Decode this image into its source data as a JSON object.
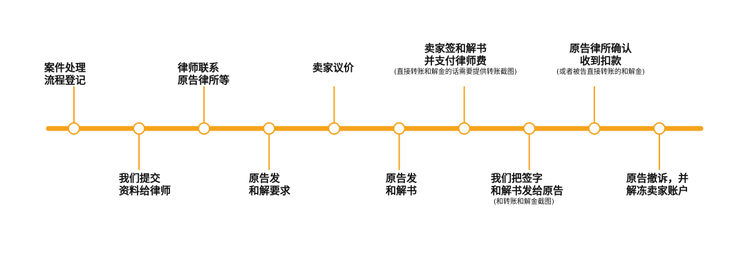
{
  "colors": {
    "line": "#f5a21b",
    "node_fill": "#ffffff",
    "text": "#111111"
  },
  "steps": [
    {
      "position": "top",
      "line1": "案件处理",
      "line2": "流程登记",
      "note": ""
    },
    {
      "position": "bottom",
      "line1": "我们提交",
      "line2": "资料给律师",
      "note": ""
    },
    {
      "position": "top",
      "line1": "律师联系",
      "line2": "原告律所等",
      "note": ""
    },
    {
      "position": "bottom",
      "line1": "原告发",
      "line2": "和解要求",
      "note": ""
    },
    {
      "position": "top",
      "line1": "卖家议价",
      "line2": "",
      "note": ""
    },
    {
      "position": "bottom",
      "line1": "原告发",
      "line2": "和解书",
      "note": ""
    },
    {
      "position": "top",
      "line1": "卖家签和解书",
      "line2": "并支付律师费",
      "note": "(直接转账和解金的话需要提供转账截图)"
    },
    {
      "position": "bottom",
      "line1": "我们把签字",
      "line2": "和解书发给原告",
      "note": "(和转账和解金截图)"
    },
    {
      "position": "top",
      "line1": "原告律所确认",
      "line2": "收到扣款",
      "note": "(或者被告直接转账的和解金)"
    },
    {
      "position": "bottom",
      "line1": "原告撤诉，并",
      "line2": "解冻卖家账户",
      "note": ""
    }
  ]
}
